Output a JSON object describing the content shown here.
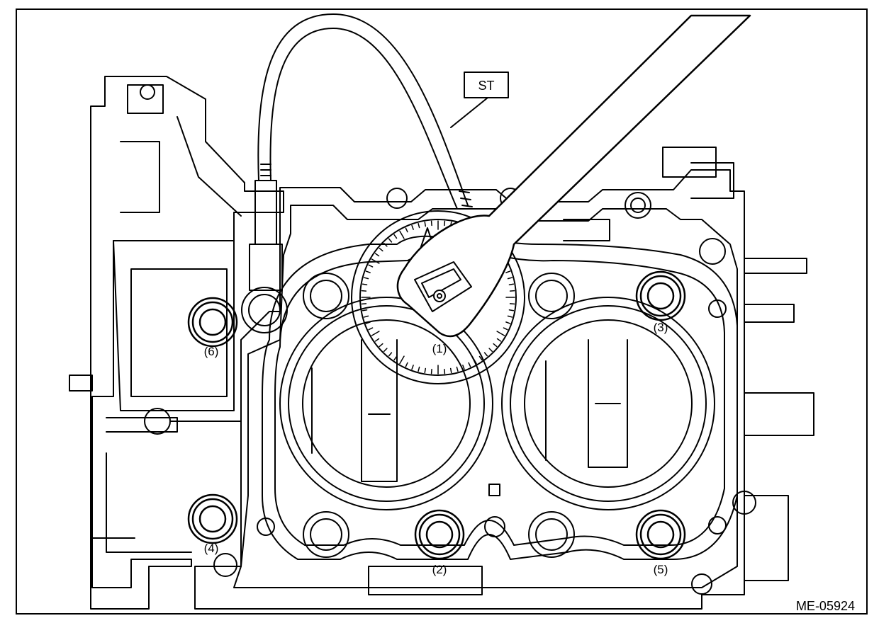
{
  "figure": {
    "id": "ME-05924",
    "tool_label": "ST",
    "bolt_labels": [
      "(1)",
      "(2)",
      "(3)",
      "(4)",
      "(5)",
      "(6)"
    ]
  }
}
